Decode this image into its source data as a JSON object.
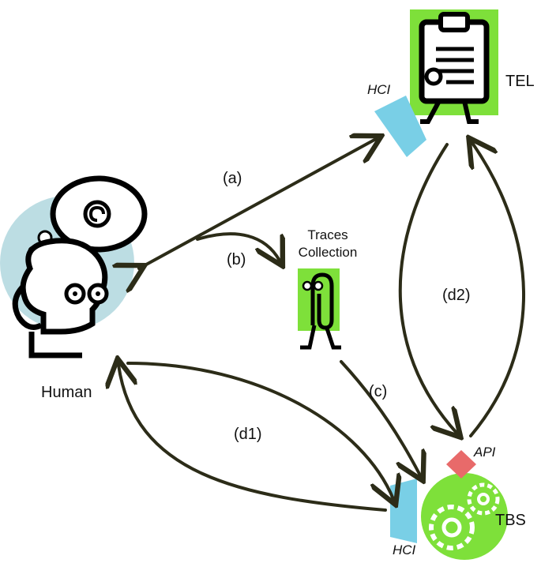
{
  "nodes": {
    "human": {
      "label": "Human"
    },
    "tel": {
      "label": "TEL"
    },
    "tbs": {
      "label": "TBS"
    },
    "traces": {
      "line1": "Traces",
      "line2": "Collection"
    }
  },
  "interfaces": {
    "hci_top": "HCI",
    "hci_bottom": "HCI",
    "api": "API"
  },
  "edges": {
    "a": "(a)",
    "b": "(b)",
    "c": "(c)",
    "d1": "(d1)",
    "d2": "(d2)"
  },
  "colors": {
    "accent_green": "#7ee03a",
    "hci_blue": "#79cfe6",
    "api_red": "#e86a6a",
    "human_circle": "#bcdde3",
    "arrow": "#2c2c18"
  }
}
